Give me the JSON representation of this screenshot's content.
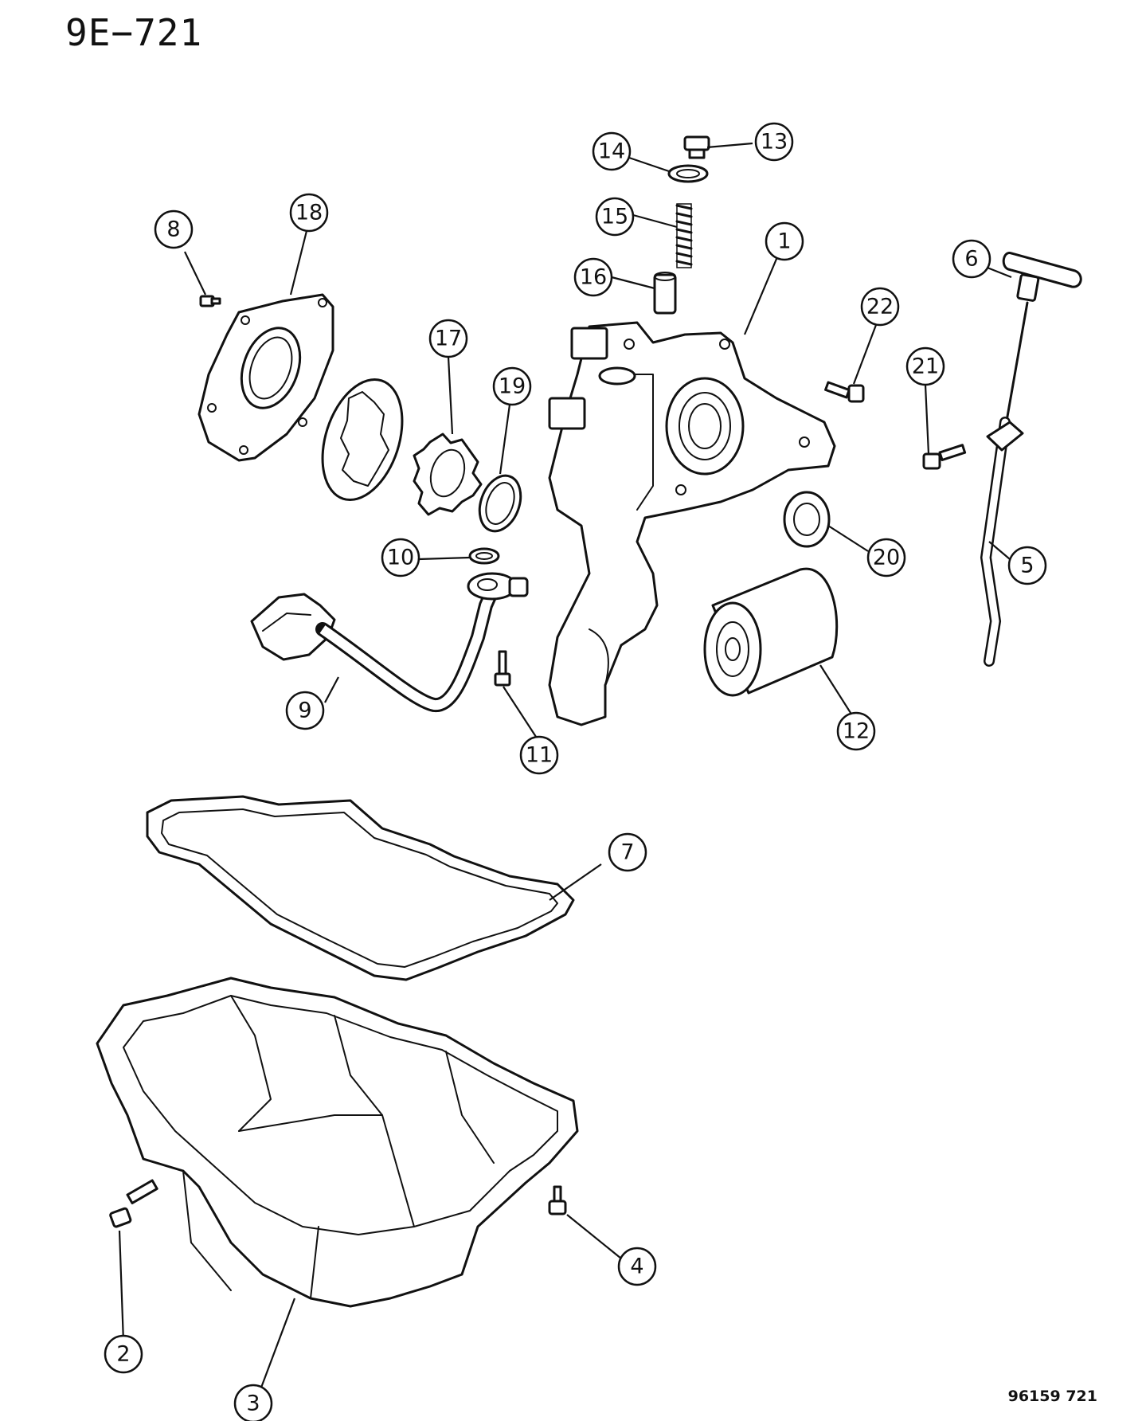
{
  "diagram_code": "9E−721",
  "figure_ref": "96159 721",
  "callouts": [
    {
      "id": "1",
      "text": "1"
    },
    {
      "id": "2",
      "text": "2"
    },
    {
      "id": "3",
      "text": "3"
    },
    {
      "id": "4",
      "text": "4"
    },
    {
      "id": "5",
      "text": "5"
    },
    {
      "id": "6",
      "text": "6"
    },
    {
      "id": "7",
      "text": "7"
    },
    {
      "id": "8",
      "text": "8"
    },
    {
      "id": "9",
      "text": "9"
    },
    {
      "id": "10",
      "text": "10"
    },
    {
      "id": "11",
      "text": "11"
    },
    {
      "id": "12",
      "text": "12"
    },
    {
      "id": "13",
      "text": "13"
    },
    {
      "id": "14",
      "text": "14"
    },
    {
      "id": "15",
      "text": "15"
    },
    {
      "id": "16",
      "text": "16"
    },
    {
      "id": "17",
      "text": "17"
    },
    {
      "id": "18",
      "text": "18"
    },
    {
      "id": "19",
      "text": "19"
    },
    {
      "id": "20",
      "text": "20"
    },
    {
      "id": "21",
      "text": "21"
    },
    {
      "id": "22",
      "text": "22"
    }
  ]
}
